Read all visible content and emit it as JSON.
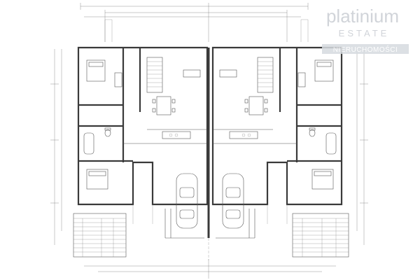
{
  "watermark": {
    "line1": "platinium",
    "line2": "ESTATE",
    "line3": "NIERUCHOMOŚCI",
    "colors": {
      "text": "#c9cdd3",
      "badge": "#d7dbe0"
    }
  },
  "plan": {
    "units": [
      "left",
      "right"
    ],
    "line_color": "#3a3a3a",
    "icons": [
      "car-icon",
      "bed-icon",
      "table-icon",
      "stairs-icon",
      "bath-icon",
      "toilet-icon",
      "kitchen-icon"
    ]
  }
}
